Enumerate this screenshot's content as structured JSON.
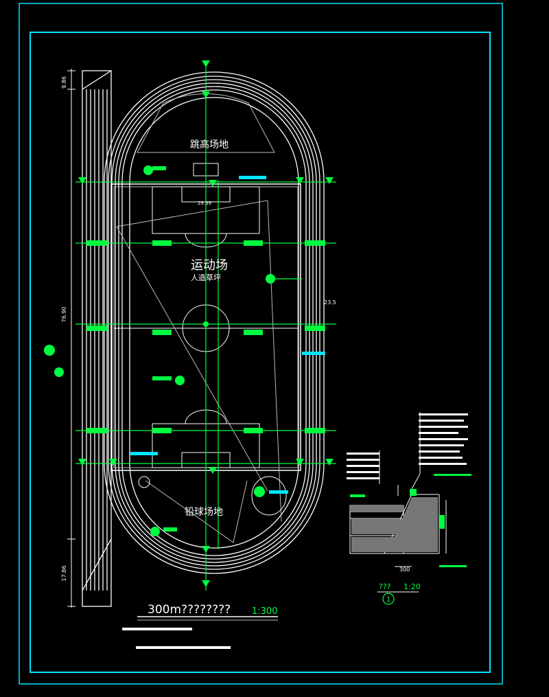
{
  "labels": {
    "high_jump": "跳高场地",
    "field_name": "运动场",
    "field_surface": "人造草坪",
    "shot_put": "铅球场地",
    "plan_title": "300m????????",
    "plan_scale": "1:300",
    "detail_title": "???",
    "detail_scale": "1:20",
    "detail_number": "1",
    "detail_dim": "300",
    "dim_top_left": "9.86",
    "dim_left_mid": "76.90",
    "dim_left_bottom": "17.86",
    "dim_field_width": "29.39",
    "dim_center_right": "23.5"
  },
  "colors": {
    "frame": "#00e5ff",
    "lines": "#ffffff",
    "axis": "#00ff40",
    "annotation": "#00e5ff"
  }
}
